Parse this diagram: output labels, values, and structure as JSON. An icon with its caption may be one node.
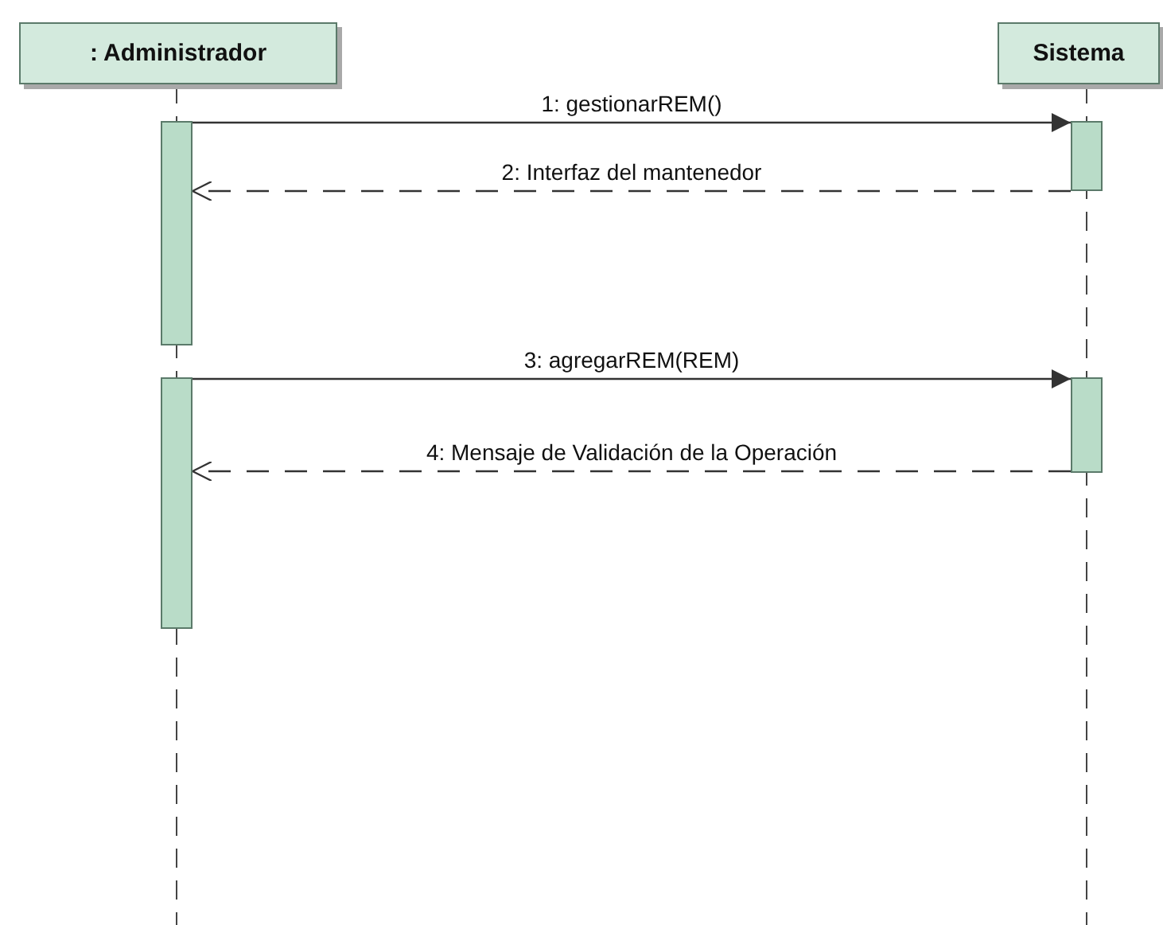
{
  "diagram": {
    "nodes": [
      {
        "text": [
          ": Administrador"
        ]
      },
      {
        "text": [
          "Sistema"
        ]
      },
      {
        "text": [],
        "shape": "bar"
      },
      {
        "text": [],
        "shape": "bar"
      },
      {
        "text": [],
        "shape": "bar"
      },
      {
        "text": [],
        "shape": "bar"
      }
    ],
    "edges": [
      {
        "from": 2,
        "to": 3,
        "arrow": "to",
        "label": "1: gestionarREM()"
      },
      {
        "from": 3,
        "to": 2,
        "arrow": "to",
        "label": "2: Interfaz del mantenedor",
        "style": "dashed"
      },
      {
        "from": 4,
        "to": 5,
        "arrow": "to",
        "label": "3: agregarREM(REM)"
      },
      {
        "from": 5,
        "to": 4,
        "arrow": "to",
        "label": "4: Mensaje de Validación de la Operación",
        "style": "dashed"
      }
    ]
  }
}
